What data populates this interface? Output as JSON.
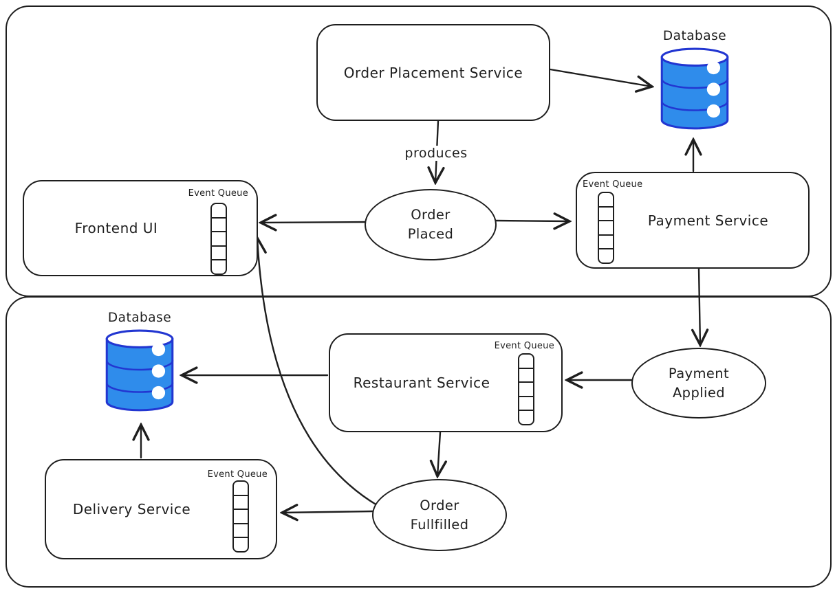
{
  "diagram": {
    "nodes": {
      "order_placement_service": {
        "label": "Order Placement Service"
      },
      "frontend_ui": {
        "label": "Frontend UI",
        "queue_label": "Event Queue"
      },
      "payment_service": {
        "label": "Payment Service",
        "queue_label": "Event Queue"
      },
      "restaurant_service": {
        "label": "Restaurant Service",
        "queue_label": "Event Queue"
      },
      "delivery_service": {
        "label": "Delivery Service",
        "queue_label": "Event Queue"
      },
      "database_top": {
        "label": "Database"
      },
      "database_bottom": {
        "label": "Database"
      }
    },
    "events": {
      "order_placed": {
        "line1": "Order",
        "line2": "Placed"
      },
      "payment_applied": {
        "line1": "Payment",
        "line2": "Applied"
      },
      "order_fullfilled": {
        "line1": "Order",
        "line2": "Fullfilled"
      }
    },
    "labels": {
      "produces": "produces"
    },
    "colors": {
      "stroke": "#1e1e1e",
      "database_fill": "#2f8ceb",
      "database_stroke": "#2236d1",
      "background": "#ffffff"
    },
    "edges": [
      {
        "from": "order-placement-service",
        "to": "database-top"
      },
      {
        "from": "order-placement-service",
        "to": "order-placed",
        "label": "produces"
      },
      {
        "from": "order-placed",
        "to": "frontend-ui"
      },
      {
        "from": "order-placed",
        "to": "payment-service"
      },
      {
        "from": "payment-service",
        "to": "database-top"
      },
      {
        "from": "payment-service",
        "to": "payment-applied"
      },
      {
        "from": "payment-applied",
        "to": "restaurant-service"
      },
      {
        "from": "restaurant-service",
        "to": "database-bottom"
      },
      {
        "from": "restaurant-service",
        "to": "order-fullfilled"
      },
      {
        "from": "order-fullfilled",
        "to": "delivery-service"
      },
      {
        "from": "order-fullfilled",
        "to": "frontend-ui"
      },
      {
        "from": "delivery-service",
        "to": "database-bottom"
      }
    ]
  }
}
